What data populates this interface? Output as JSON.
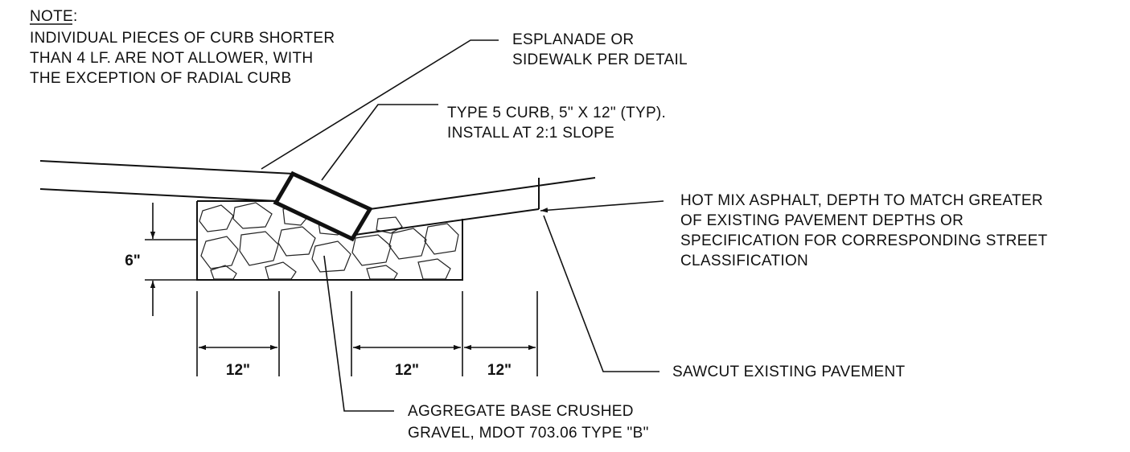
{
  "note": {
    "heading": "NOTE:",
    "lines": [
      "INDIVIDUAL PIECES OF CURB SHORTER",
      "THAN 4 LF. ARE NOT ALLOWER, WITH",
      "THE EXCEPTION OF RADIAL CURB"
    ]
  },
  "callouts": {
    "esplanade": [
      "ESPLANADE OR",
      "SIDEWALK PER DETAIL"
    ],
    "curb": [
      "TYPE 5 CURB, 5\" X 12\" (TYP).",
      "INSTALL AT 2:1 SLOPE"
    ],
    "asphalt": [
      "HOT MIX ASPHALT, DEPTH TO MATCH GREATER",
      "OF EXISTING PAVEMENT DEPTHS OR",
      "SPECIFICATION FOR CORRESPONDING STREET",
      "CLASSIFICATION"
    ],
    "sawcut": [
      "SAWCUT EXISTING PAVEMENT"
    ],
    "aggregate": [
      "AGGREGATE BASE CRUSHED",
      "GRAVEL, MDOT 703.06 TYPE \"B\""
    ]
  },
  "dimensions": {
    "depth": "6\"",
    "width_left": "12\"",
    "width_mid": "12\"",
    "width_right": "12\""
  }
}
